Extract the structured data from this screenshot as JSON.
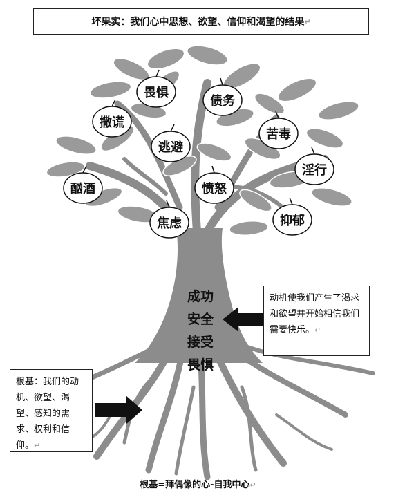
{
  "title": "坏果实：我们心中思想、欲望、信仰和渴望的结果",
  "paragraph_mark": "↵",
  "fruits": [
    "畏惧",
    "债务",
    "撒谎",
    "苦毒",
    "逃避",
    "淫行",
    "酗酒",
    "愤怒",
    "抑郁",
    "焦虑"
  ],
  "trunk_words": [
    "成功",
    "安全",
    "接受",
    "畏惧"
  ],
  "motive_text": "动机使我们产生了渴求和欲望并开始相信我们需要快乐。",
  "root_text": "根基：我们的动机、欲望、渴望、感知的需求、权利和信仰。",
  "footer": "根基=拜偶像的心-自我中心",
  "colors": {
    "tree": "#8c8c8c",
    "leaf": "#9a9a9a",
    "arrow": "#111111"
  }
}
